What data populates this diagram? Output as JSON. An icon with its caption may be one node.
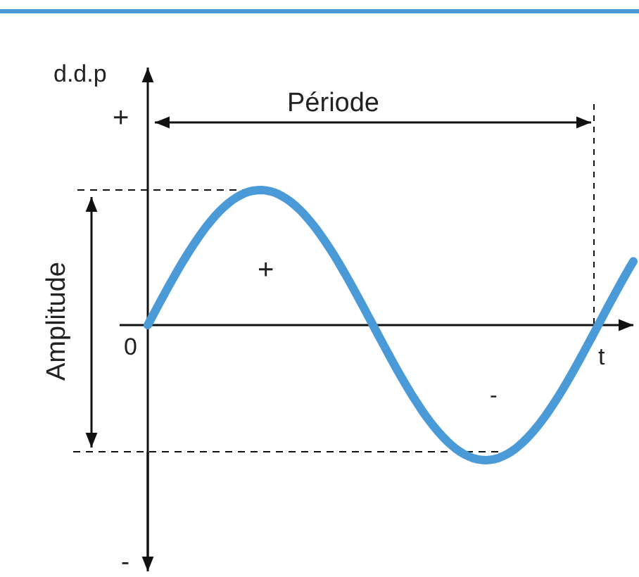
{
  "diagram": {
    "labels": [
      "d.d.p",
      "+",
      "Période",
      "Amplitude",
      "+",
      "0",
      "t",
      "-",
      "-"
    ]
  }
}
